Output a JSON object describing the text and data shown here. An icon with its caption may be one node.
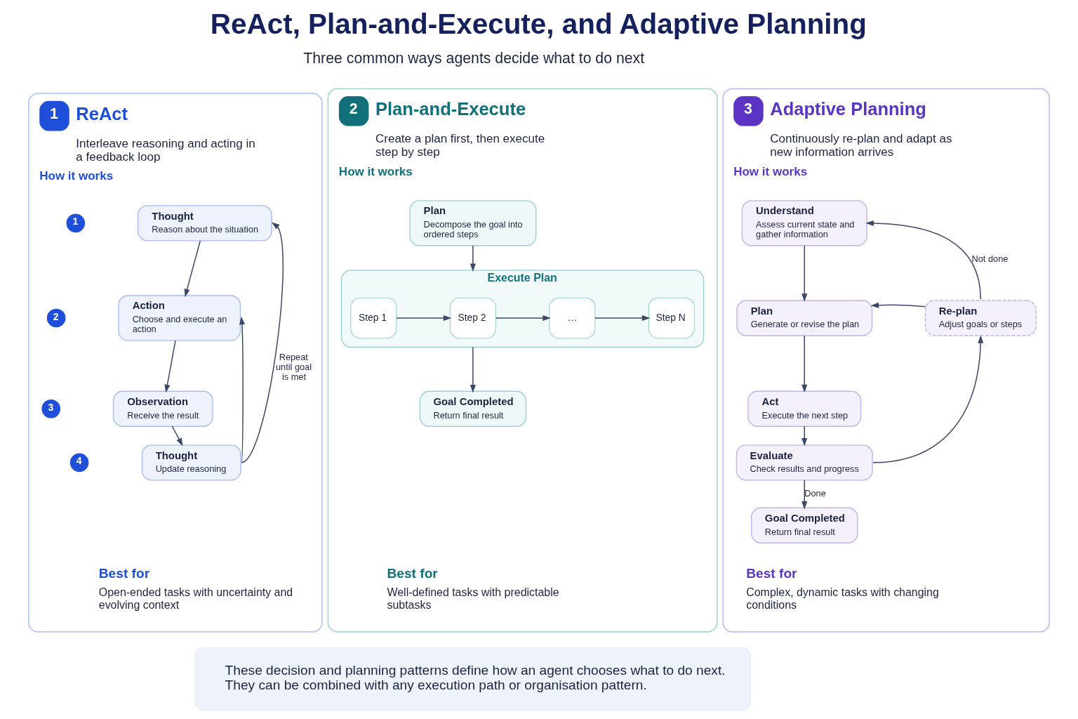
{
  "diagram": {
    "title": "ReAct, Plan-and-Execute, and Adaptive Planning",
    "nodes": [
      {
        "text": [
          "1",
          "ReAct",
          "Interleave reasoning and acting in a feedback loop",
          "How it works",
          "Best for",
          "Open-ended tasks with uncertainty and evolving context"
        ]
      },
      {
        "text": [
          "1"
        ],
        "in": 0
      },
      {
        "text": [
          "Thought",
          "Reason about the situation"
        ],
        "in": 0
      },
      {
        "text": [
          "2"
        ],
        "in": 0
      },
      {
        "text": [
          "Action",
          "Choose and execute an action"
        ],
        "in": 0
      },
      {
        "text": [
          "3"
        ],
        "in": 0
      },
      {
        "text": [
          "Observation",
          "Receive the result"
        ],
        "in": 0
      },
      {
        "text": [
          "4"
        ],
        "in": 0
      },
      {
        "text": [
          "Thought",
          "Update reasoning"
        ],
        "in": 0
      },
      {
        "text": [
          "2",
          "Plan-and-Execute",
          "Create a plan first, then execute step by step",
          "How it works",
          "Best for",
          "Well-defined tasks with predictable subtasks"
        ]
      },
      {
        "text": [
          "Plan",
          "Decompose the goal into ordered steps"
        ],
        "in": 9
      },
      {
        "text": [
          "Execute Plan"
        ],
        "in": 9
      },
      {
        "text": [
          "Step 1"
        ],
        "in": 11
      },
      {
        "text": [
          "Step 2"
        ],
        "in": 11
      },
      {
        "text": [
          "…"
        ],
        "in": 11
      },
      {
        "text": [
          "Step N"
        ],
        "in": 11
      },
      {
        "text": [
          "Goal Completed",
          "Return final result"
        ],
        "in": 9
      },
      {
        "text": [
          "3",
          "Adaptive Planning",
          "Continuously re-plan and adapt as new information arrives",
          "How it works",
          "Best for",
          "Complex, dynamic tasks with changing conditions"
        ]
      },
      {
        "text": [
          "Understand",
          "Assess current state and gather information"
        ],
        "in": 17
      },
      {
        "text": [
          "Plan",
          "Generate or revise the plan"
        ],
        "in": 17
      },
      {
        "text": [
          "Re-plan",
          "Adjust goals or steps"
        ],
        "in": 17
      },
      {
        "text": [
          "Act",
          "Execute the next step"
        ],
        "in": 17
      },
      {
        "text": [
          "Evaluate",
          "Check results and progress"
        ],
        "in": 17
      },
      {
        "text": [
          "Goal Completed",
          "Return final result"
        ],
        "in": 17
      },
      {
        "text": [
          "These decision and planning patterns define how an agent chooses what to do next. They can be combined with any execution path or organisation pattern."
        ]
      }
    ],
    "edges": [
      {
        "from": 2,
        "to": 4,
        "arrow": "to"
      },
      {
        "from": 4,
        "to": 6,
        "arrow": "to"
      },
      {
        "from": 6,
        "to": 8,
        "arrow": "to"
      },
      {
        "from": 8,
        "to": 2,
        "arrow": "to",
        "label": "Repeat until goal is met"
      },
      {
        "from": 8,
        "to": 4,
        "arrow": "to"
      },
      {
        "from": 10,
        "to": 11,
        "arrow": "to"
      },
      {
        "from": 12,
        "to": 13,
        "arrow": "to"
      },
      {
        "from": 13,
        "to": 14,
        "arrow": "to"
      },
      {
        "from": 14,
        "to": 15,
        "arrow": "to"
      },
      {
        "from": 11,
        "to": 16,
        "arrow": "to"
      },
      {
        "from": 18,
        "to": 19,
        "arrow": "to"
      },
      {
        "from": 20,
        "to": 18,
        "arrow": "to",
        "label": "Not done"
      },
      {
        "from": 20,
        "to": 19,
        "arrow": "to"
      },
      {
        "from": 19,
        "to": 21,
        "arrow": "to"
      },
      {
        "from": 21,
        "to": 22,
        "arrow": "to"
      },
      {
        "from": 22,
        "to": 20,
        "arrow": "to"
      },
      {
        "from": 22,
        "to": 23,
        "arrow": "to",
        "label": "Done"
      }
    ],
    "labels": [
      "Three common ways agents decide what to do next"
    ]
  }
}
